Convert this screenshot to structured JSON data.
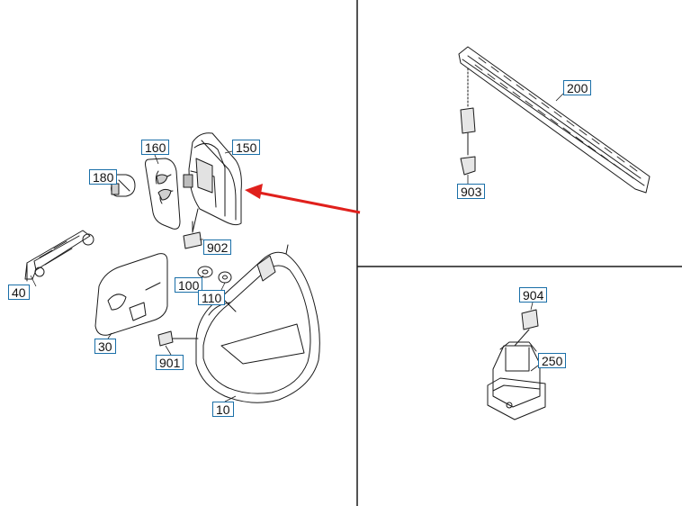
{
  "diagram": {
    "callouts": {
      "c160": "160",
      "c150": "150",
      "c180": "180",
      "c902": "902",
      "c40": "40",
      "c100": "100",
      "c110": "110",
      "c30": "30",
      "c901": "901",
      "c10": "10",
      "c200": "200",
      "c903": "903",
      "c904": "904",
      "c250": "250"
    },
    "colors": {
      "line": "#1a1a1a",
      "callout_border": "#1a6fa8",
      "arrow": "#e0201c",
      "background": "#ffffff"
    }
  }
}
